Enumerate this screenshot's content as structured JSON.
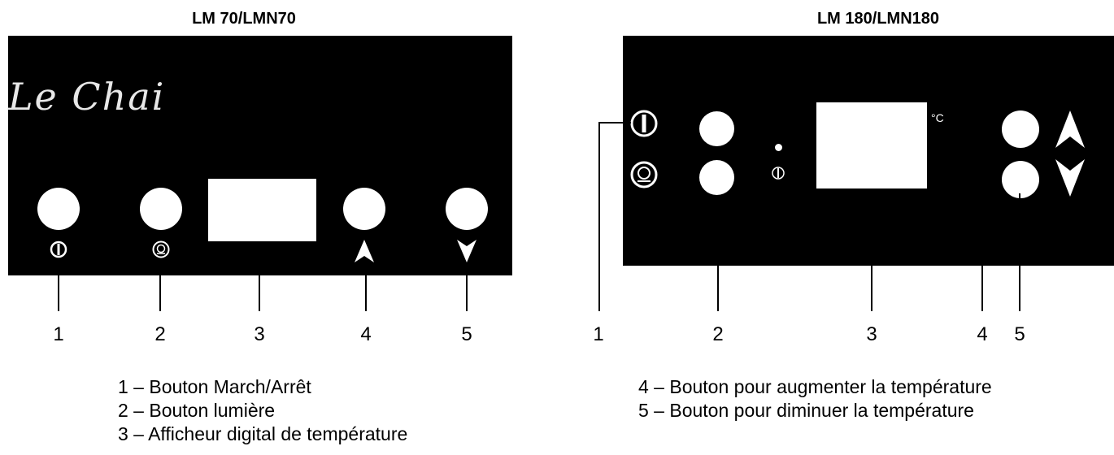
{
  "left_panel": {
    "title": "LM 70/LMN70",
    "brand": "Le Chai",
    "callouts": [
      "1",
      "2",
      "3",
      "4",
      "5"
    ]
  },
  "right_panel": {
    "title": "LM 180/LMN180",
    "unit": "°C",
    "callouts": [
      "1",
      "2",
      "3",
      "4",
      "5"
    ]
  },
  "legend": {
    "left": [
      "1 – Bouton March/Arrêt",
      "2 – Bouton lumière",
      "3 – Afficheur digital de température"
    ],
    "right": [
      "4 – Bouton pour augmenter la température",
      "5 – Bouton pour diminuer la température"
    ]
  },
  "icons": [
    "power-icon",
    "light-icon",
    "arrow-up-icon",
    "arrow-down-icon"
  ],
  "colors": {
    "panel": "#000000",
    "button": "#ffffff"
  }
}
